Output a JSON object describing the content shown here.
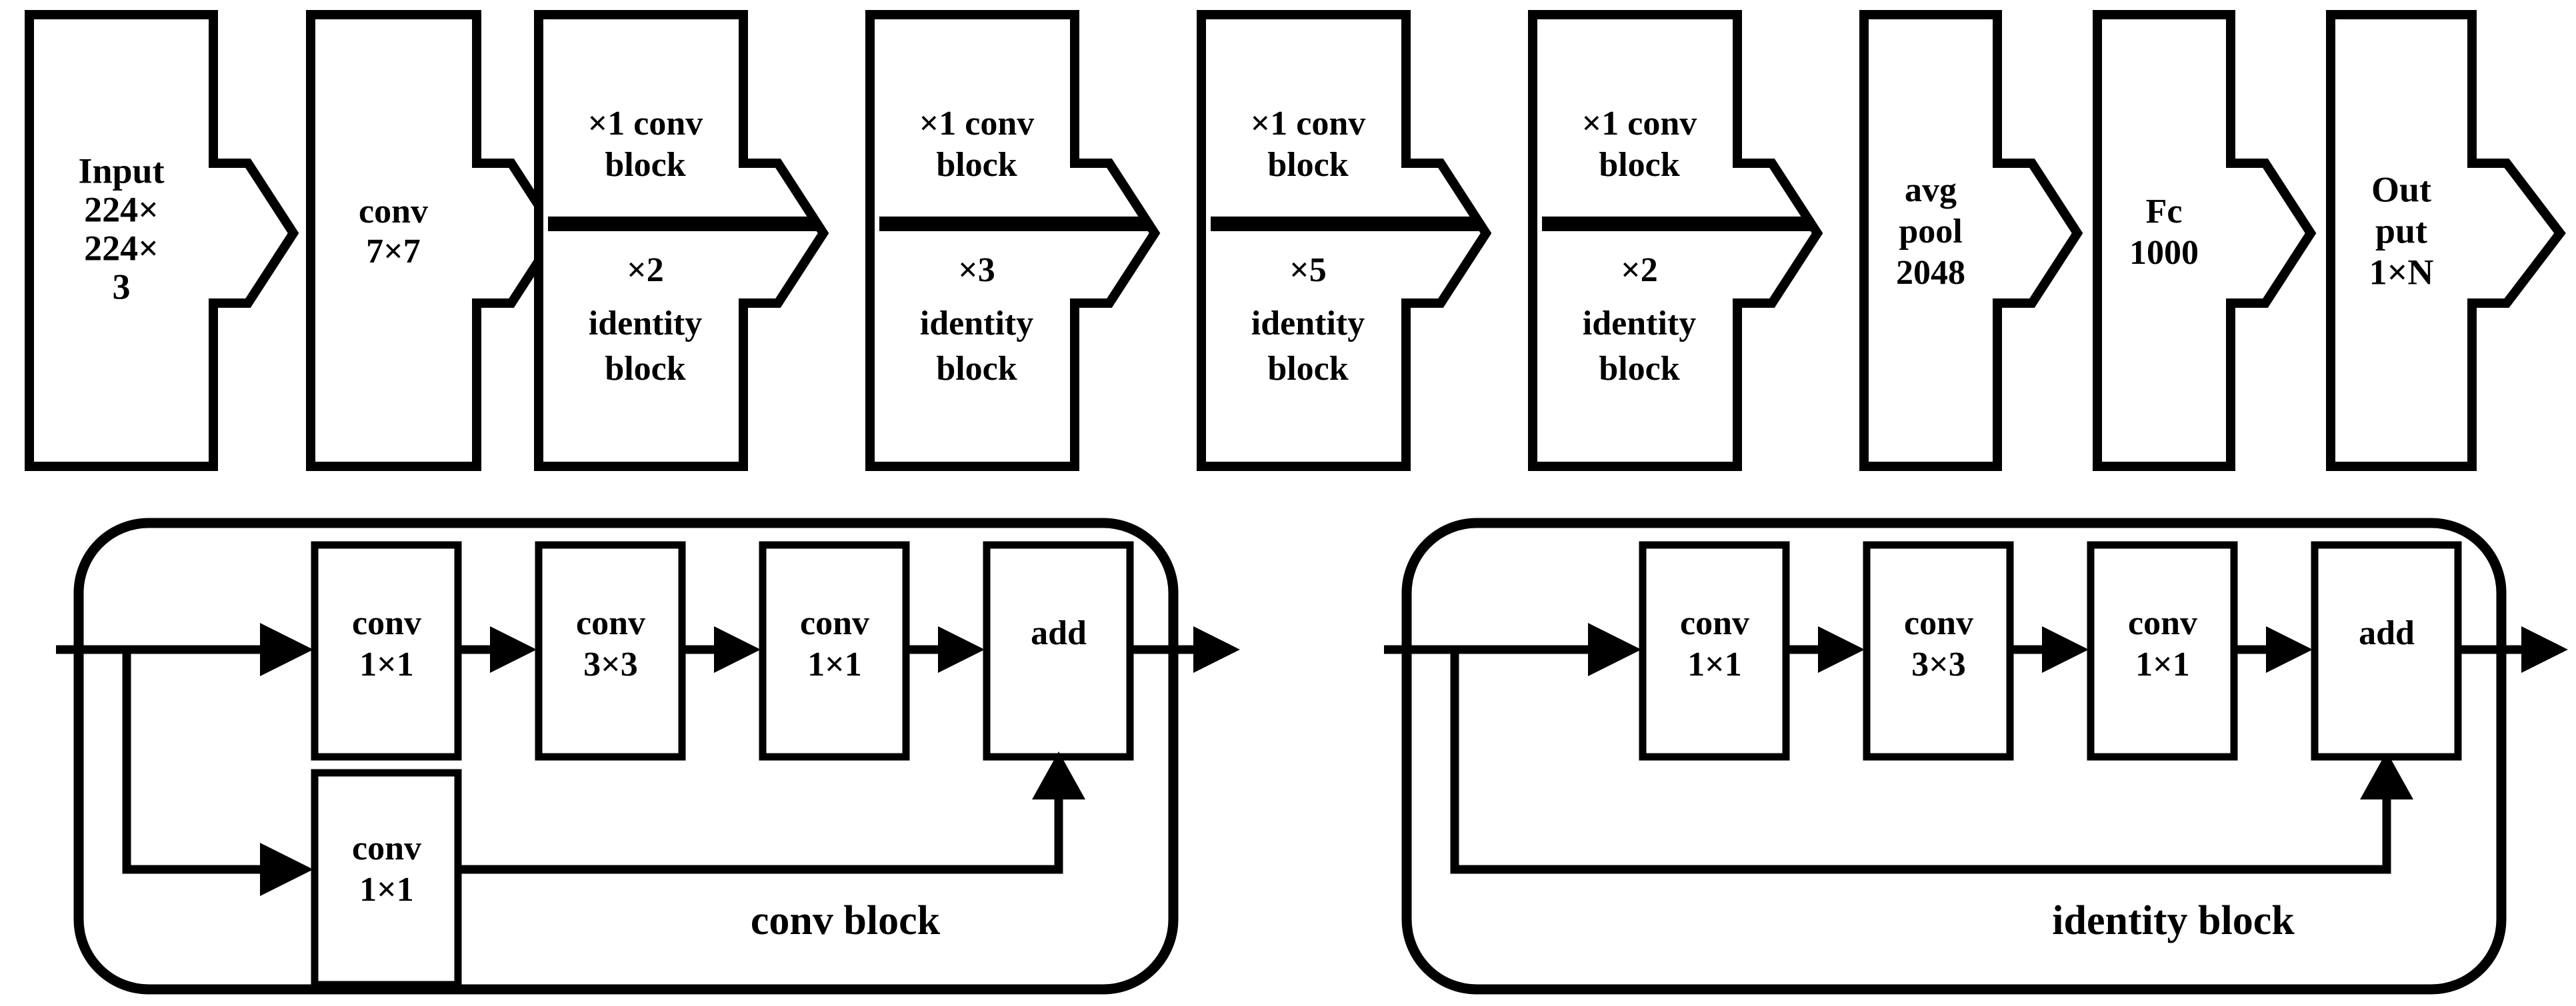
{
  "figure": {
    "title": "ResNet-50 architecture block diagram",
    "stroke_color": "#000000",
    "background_color": "#ffffff"
  },
  "pipeline": {
    "name": "top-pipeline",
    "blocks": [
      {
        "id": "input",
        "kind": "io",
        "lines": [
          "Input",
          "224×",
          "224×",
          "3"
        ]
      },
      {
        "id": "conv7",
        "kind": "plain",
        "lines": [
          "conv",
          "7×7"
        ]
      },
      {
        "id": "stage1",
        "kind": "stage",
        "top": [
          "×1 conv",
          "block"
        ],
        "bottom": [
          "×2",
          "identity",
          "block"
        ]
      },
      {
        "id": "stage2",
        "kind": "stage",
        "top": [
          "×1 conv",
          "block"
        ],
        "bottom": [
          "×3",
          "identity",
          "block"
        ]
      },
      {
        "id": "stage3",
        "kind": "stage",
        "top": [
          "×1 conv",
          "block"
        ],
        "bottom": [
          "×5",
          "identity",
          "block"
        ]
      },
      {
        "id": "stage4",
        "kind": "stage",
        "top": [
          "×1 conv",
          "block"
        ],
        "bottom": [
          "×2",
          "identity",
          "block"
        ]
      },
      {
        "id": "avgpool",
        "kind": "plain",
        "lines": [
          "avg",
          "pool",
          "2048"
        ]
      },
      {
        "id": "fc",
        "kind": "plain",
        "lines": [
          "Fc",
          "1000"
        ]
      },
      {
        "id": "output",
        "kind": "io",
        "lines": [
          "Out",
          "put",
          "1×N"
        ]
      }
    ]
  },
  "conv_block": {
    "caption": "conv block",
    "main_path": [
      {
        "id": "cb-conv1",
        "lines": [
          "conv",
          "1×1"
        ]
      },
      {
        "id": "cb-conv2",
        "lines": [
          "conv",
          "3×3"
        ]
      },
      {
        "id": "cb-conv3",
        "lines": [
          "conv",
          "1×1"
        ]
      },
      {
        "id": "cb-add",
        "lines": [
          "add"
        ]
      }
    ],
    "shortcut_path": [
      {
        "id": "cb-shortcut-conv",
        "lines": [
          "conv",
          "1×1"
        ]
      }
    ]
  },
  "identity_block": {
    "caption": "identity  block",
    "main_path": [
      {
        "id": "ib-conv1",
        "lines": [
          "conv",
          "1×1"
        ]
      },
      {
        "id": "ib-conv2",
        "lines": [
          "conv",
          "3×3"
        ]
      },
      {
        "id": "ib-conv3",
        "lines": [
          "conv",
          "1×1"
        ]
      },
      {
        "id": "ib-add",
        "lines": [
          "add"
        ]
      }
    ],
    "shortcut_path": []
  },
  "labels": {
    "input_l1": "Input",
    "input_l2": "224×",
    "input_l3": "224×",
    "input_l4": "3",
    "conv7_l1": "conv",
    "conv7_l2": "7×7",
    "s1_t1": "×1 conv",
    "s1_t2": "block",
    "s1_b1": "×2",
    "s1_b2": "identity",
    "s1_b3": "block",
    "s2_t1": "×1 conv",
    "s2_t2": "block",
    "s2_b1": "×3",
    "s2_b2": "identity",
    "s2_b3": "block",
    "s3_t1": "×1 conv",
    "s3_t2": "block",
    "s3_b1": "×5",
    "s3_b2": "identity",
    "s3_b3": "block",
    "s4_t1": "×1 conv",
    "s4_t2": "block",
    "s4_b1": "×2",
    "s4_b2": "identity",
    "s4_b3": "block",
    "avg_l1": "avg",
    "avg_l2": "pool",
    "avg_l3": "2048",
    "fc_l1": "Fc",
    "fc_l2": "1000",
    "out_l1": "Out",
    "out_l2": "put",
    "out_l3": "1×N",
    "cb_c1a": "conv",
    "cb_c1b": "1×1",
    "cb_c2a": "conv",
    "cb_c2b": "3×3",
    "cb_c3a": "conv",
    "cb_c3b": "1×1",
    "cb_add": "add",
    "cb_sca": "conv",
    "cb_scb": "1×1",
    "cb_caption": "conv block",
    "ib_c1a": "conv",
    "ib_c1b": "1×1",
    "ib_c2a": "conv",
    "ib_c2b": "3×3",
    "ib_c3a": "conv",
    "ib_c3b": "1×1",
    "ib_add": "add",
    "ib_caption": "identity  block"
  }
}
